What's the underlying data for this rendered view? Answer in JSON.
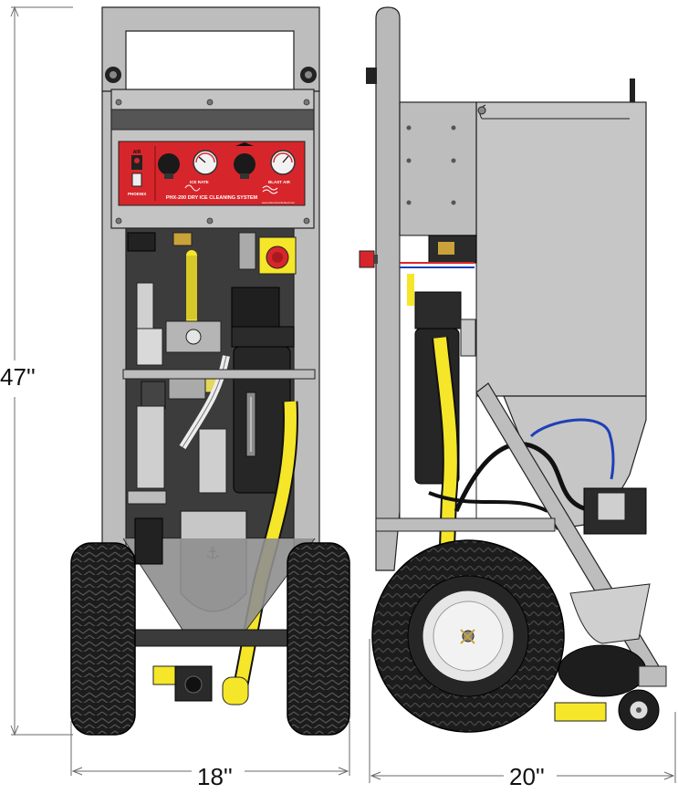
{
  "dimensions": {
    "height": "47''",
    "front_width": "18''",
    "side_width": "20''"
  },
  "control_panel": {
    "air_label": "AIR",
    "ice_rate_label": "ICE RATE",
    "blast_air_label": "BLAST AIR",
    "brand_label": "PHOENIX",
    "system_name": "PHX-200 DRY ICE CLEANING SYSTEM",
    "website": "www.phoenixunlimited.com"
  },
  "colors": {
    "frame": "#b9b9b9",
    "frame_dark": "#8a8a8a",
    "panel_red": "#d7262b",
    "hose_yellow": "#f6e62a",
    "tire": "#1a1a1a",
    "hub": "#e6e6e6",
    "dark_bg": "#3a3a3a",
    "dimension_line": "#6a6a6a"
  }
}
